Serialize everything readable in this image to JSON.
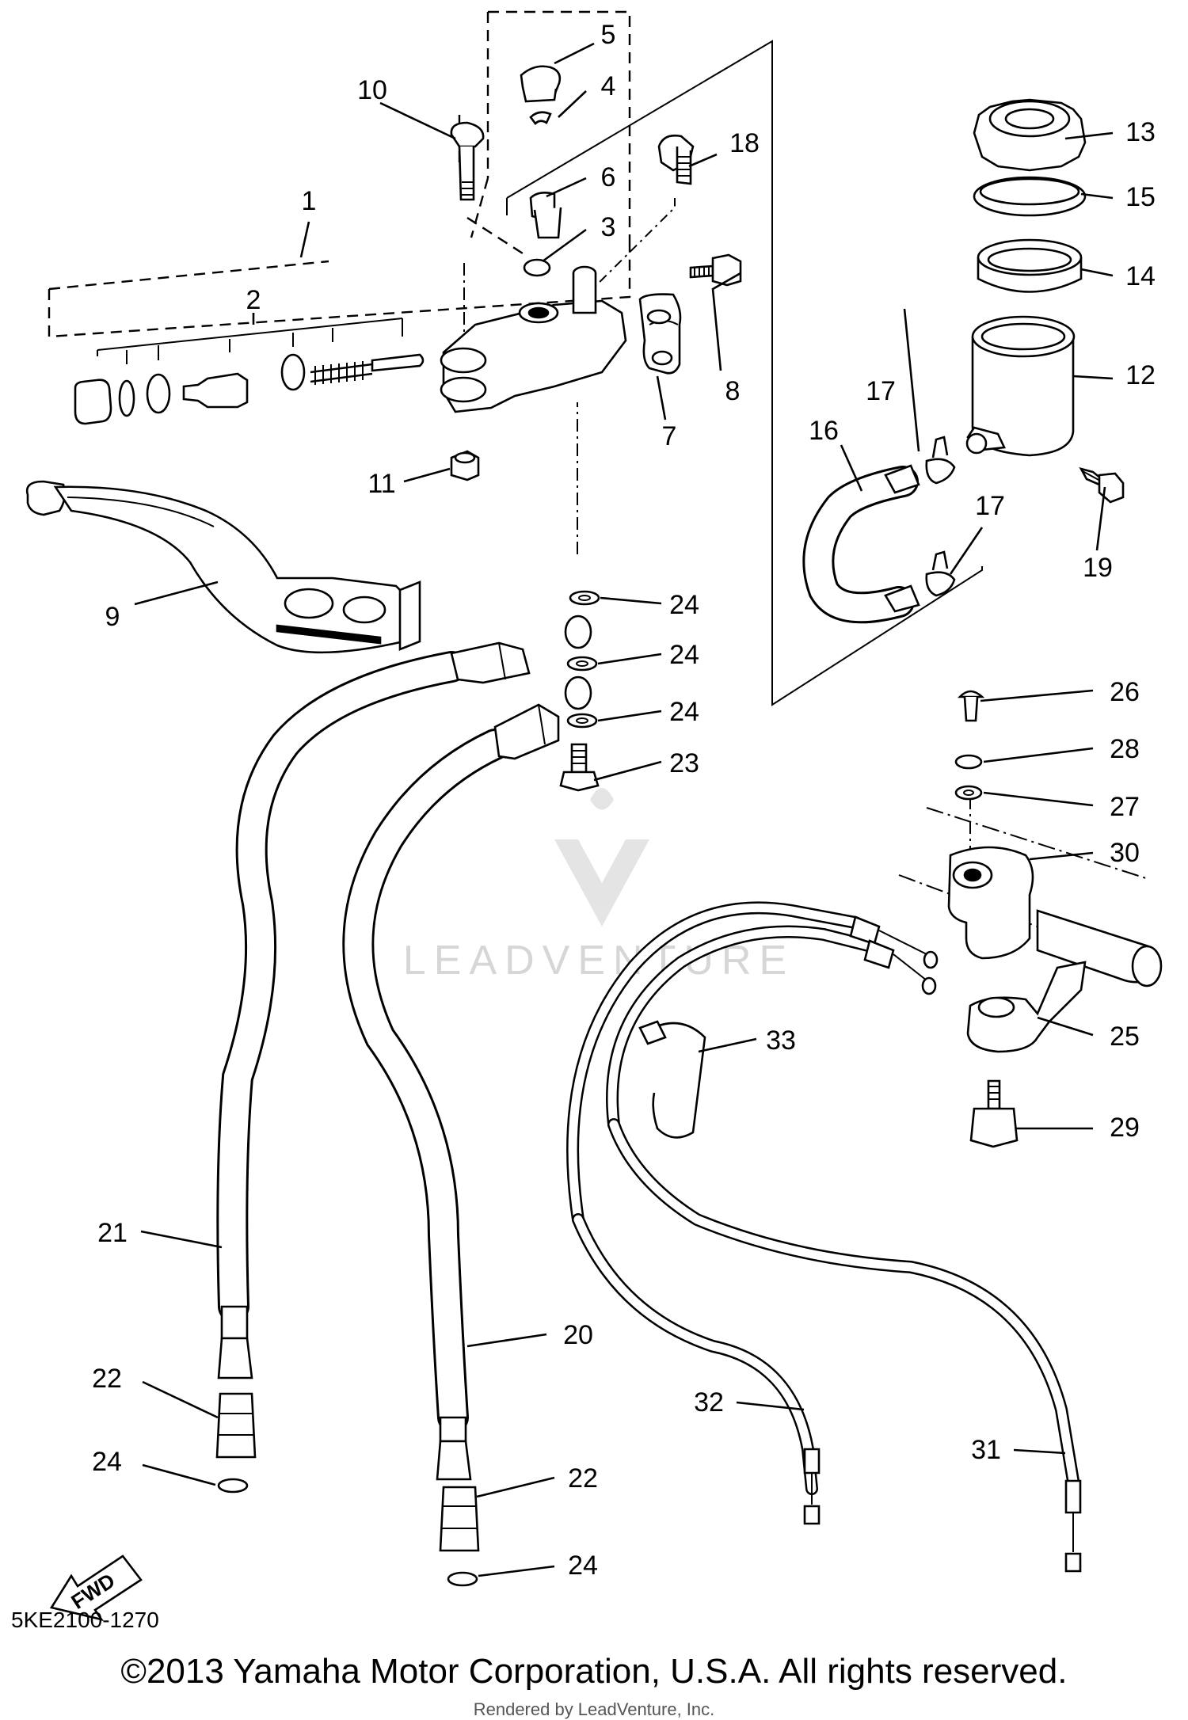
{
  "diagram_code": "5KE2100-1270",
  "copyright": "©2013 Yamaha Motor Corporation, U.S.A. All rights reserved.",
  "rendered_by": "Rendered by LeadVenture, Inc.",
  "watermark": "LEADVENTURE",
  "fwd_label": "FWD",
  "callouts": {
    "c1": "1",
    "c2": "2",
    "c3": "3",
    "c4": "4",
    "c5": "5",
    "c6": "6",
    "c7": "7",
    "c8": "8",
    "c9": "9",
    "c10": "10",
    "c11": "11",
    "c12": "12",
    "c13": "13",
    "c14": "14",
    "c15": "15",
    "c16": "16",
    "c17a": "17",
    "c17b": "17",
    "c18": "18",
    "c19": "19",
    "c20": "20",
    "c21": "21",
    "c22a": "22",
    "c22b": "22",
    "c23": "23",
    "c24a": "24",
    "c24b": "24",
    "c24c": "24",
    "c24d": "24",
    "c24e": "24",
    "c25": "25",
    "c26": "26",
    "c27": "27",
    "c28": "28",
    "c29": "29",
    "c30": "30",
    "c31": "31",
    "c32": "32",
    "c33": "33"
  }
}
